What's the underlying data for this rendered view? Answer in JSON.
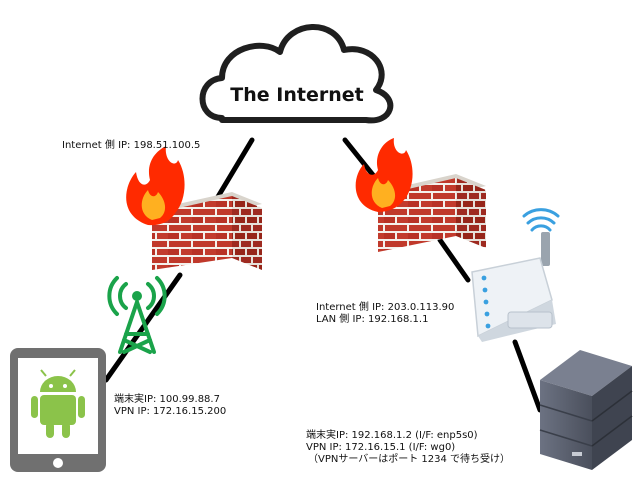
{
  "internet": {
    "title": "The Internet"
  },
  "left_firewall": {
    "internet_ip": "Internet 側 IP: 198.51.100.5"
  },
  "right_firewall": {
    "internet_ip": "Internet 側 IP: 203.0.113.90",
    "lan_ip": "LAN 側 IP: 192.168.1.1"
  },
  "mobile": {
    "device_ip": "端末実IP: 100.99.88.7",
    "vpn_ip": "VPN IP: 172.16.15.200"
  },
  "server": {
    "device_ip": "端末実IP: 192.168.1.2 (I/F: enp5s0)",
    "vpn_ip": "VPN IP: 172.16.15.1 (I/F: wg0)",
    "note": "（VPNサーバーはポート 1234 で待ち受け）"
  },
  "colors": {
    "link": "#000000",
    "brick": "#c0392b",
    "mortar": "#f4f1ec",
    "flame_outer": "#ff2a00",
    "flame_inner": "#ffb020",
    "tower": "#1aa34a",
    "android": "#8bc34a",
    "wifi": "#3aa0e0",
    "server": "#5a6070"
  },
  "icons": [
    "cloud-icon",
    "firewall-icon",
    "fire-icon",
    "cell-tower-icon",
    "tablet-icon",
    "android-icon",
    "router-icon",
    "wifi-icon",
    "server-icon"
  ]
}
